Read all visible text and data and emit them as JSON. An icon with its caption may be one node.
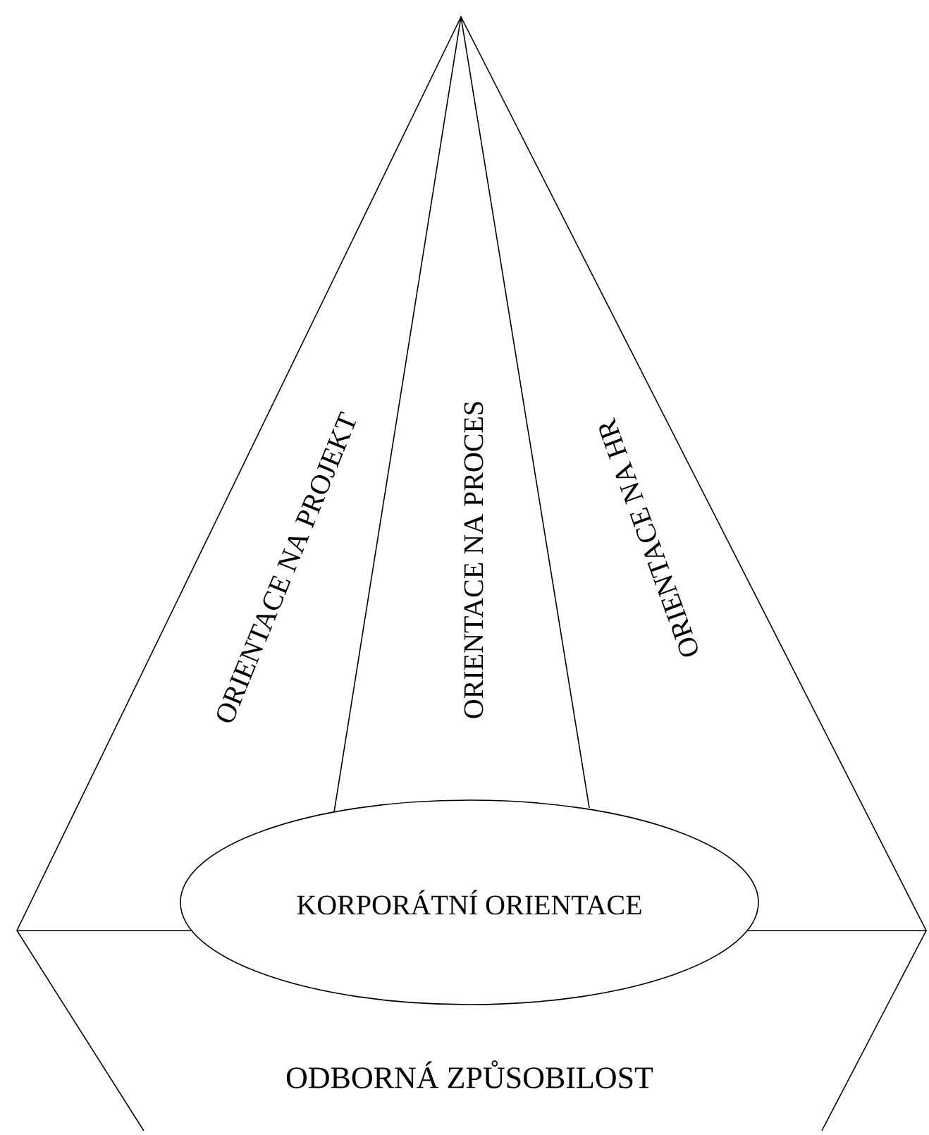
{
  "diagram": {
    "nodes": [
      {
        "text": [
          "KORPORÁTNÍ ORIENTACE"
        ]
      }
    ],
    "labels": [
      "ORIENTACE NA PROJEKT",
      "ORIENTACE NA PROCES",
      "ORIENTACE NA HR",
      "ODBORNÁ ZPŮSOBILOST"
    ]
  }
}
